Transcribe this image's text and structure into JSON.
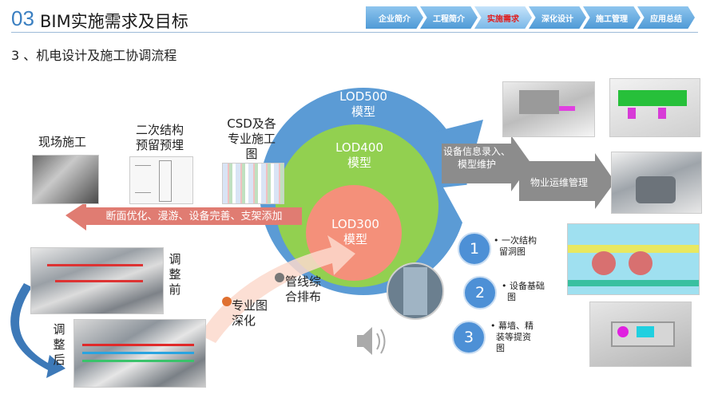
{
  "header": {
    "number": "03",
    "title": "BIM实施需求及目标",
    "nav": [
      "企业简介",
      "工程简介",
      "实施需求",
      "深化设计",
      "施工管理",
      "应用总结"
    ],
    "active_index": 2
  },
  "subtitle": "3 、机电设计及施工协调流程",
  "labels": {
    "site": "现场施工",
    "secondary_l1": "二次结构",
    "secondary_l2": "预留预埋",
    "csd_l1": "CSD及各",
    "csd_l2": "专业施工",
    "csd_l3": "图",
    "arrow_left": "断面优化、漫游、设备完善、支架添加",
    "before_l1": "调",
    "before_l2": "整",
    "before_l3": "前",
    "after_l1": "调",
    "after_l2": "整",
    "after_l3": "后",
    "zhuanye_l1": "专业图",
    "zhuanye_l2": "深化",
    "guanxian_l1": "管线综",
    "guanxian_l2": "合排布",
    "right_arrow1_l1": "设备信息录入、",
    "right_arrow1_l2": "模型维护",
    "right_arrow2": "物业运维管理"
  },
  "lod": [
    {
      "line1": "LOD500",
      "line2": "模型",
      "color": "#5b9bd5"
    },
    {
      "line1": "LOD400",
      "line2": "模型",
      "color": "#92d050"
    },
    {
      "line1": "LOD300",
      "line2": "模型",
      "color": "#f4907a"
    }
  ],
  "steps": [
    {
      "num": "1",
      "l1": "• 一次结构",
      "l2": "留洞图"
    },
    {
      "num": "2",
      "l1": "• 设备基础",
      "l2": "图"
    },
    {
      "num": "3",
      "l1": "• 幕墙、精",
      "l2": "装等提资",
      "l3": "图"
    }
  ],
  "icons": [
    "speaker-icon"
  ]
}
